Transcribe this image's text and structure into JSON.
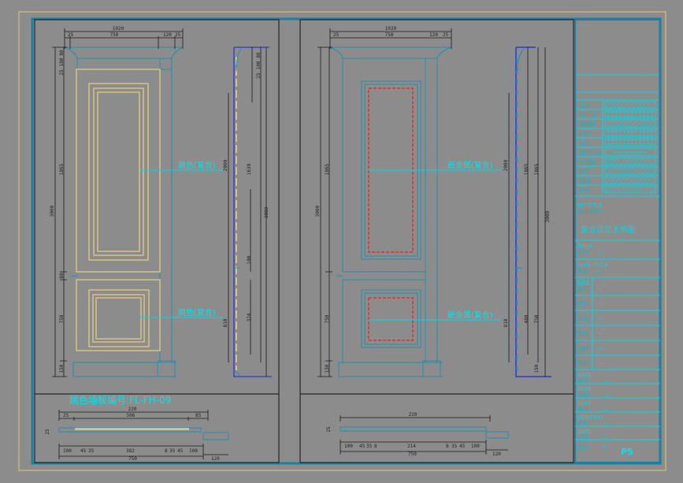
{
  "colors": {
    "background": "#8c8c8c",
    "frame": "#1a7fa0",
    "accent_text": "#00e5f0",
    "panel_outline": "#e8d080",
    "metal_inlay": "#e03030",
    "section_line": "#2a3ad0"
  },
  "left_elevation": {
    "top_dims": {
      "overall": "1020",
      "left": "25",
      "middle": "750",
      "right": "120",
      "right2": "25"
    },
    "left_dims": {
      "top1": "80",
      "top2": "100",
      "top3": "25",
      "upper": "1865",
      "overall": "3000",
      "mid": "80",
      "lower": "750",
      "base": "150"
    },
    "callout_upper": "跳色(复合)",
    "callout_lower": "跳色(复合)"
  },
  "left_section": {
    "dims": {
      "d1": "80",
      "d2": "100",
      "d3": "25",
      "upper": "2000",
      "inner": "1639",
      "overall": "3000",
      "lower": "810",
      "mid": "374",
      "small": "100"
    }
  },
  "left_plan": {
    "title": "跳色墙板编号:FL-FH-09",
    "top_dims": {
      "overall": "220",
      "left": "25",
      "middle": "506",
      "right": "85"
    },
    "depth": "25",
    "bottom_dims": [
      "100",
      "45",
      "35",
      "382",
      "8",
      "35",
      "45",
      "100"
    ],
    "bottom_overall": "750",
    "pilaster": "120"
  },
  "right_elevation": {
    "top_dims": {
      "overall": "1020",
      "left": "25",
      "middle": "750",
      "right": "120",
      "right2": "25"
    },
    "left_dims": {
      "upper": "1865",
      "overall": "3000",
      "lower": "750",
      "base": "150"
    },
    "callout_upper": "嵌金属(复合)",
    "callout_lower": "嵌金属(复合)"
  },
  "right_section": {
    "dims": {
      "upper": "2000",
      "inner": "1865",
      "inner2": "1865",
      "overall": "3000",
      "lower": "810",
      "mid": "480",
      "low2": "750",
      "base": "150"
    }
  },
  "right_plan": {
    "top_dims": {
      "overall": "220"
    },
    "depth": "25",
    "bottom_dims": [
      "100",
      "45",
      "35",
      "8",
      "214",
      "8",
      "35",
      "45",
      "100"
    ],
    "bottom_overall": "750",
    "pilaster": "120"
  },
  "title_block": {
    "materials": [
      {
        "label": "实木",
        "pattern": "hatch"
      },
      {
        "label": "MDF板",
        "pattern": "dots-dense"
      },
      {
        "label": "多层板",
        "pattern": "waves"
      },
      {
        "label": "布料",
        "pattern": "dots"
      },
      {
        "label": "石材",
        "pattern": "speckle"
      },
      {
        "label": "木纹方向",
        "pattern": "arrow"
      },
      {
        "label": "不锈钢",
        "pattern": "hatch"
      },
      {
        "label": "皮革",
        "pattern": "bars"
      },
      {
        "label": "玻璃",
        "pattern": "hatch-sparse"
      },
      {
        "label": "墙体",
        "pattern": "crosshatch"
      }
    ],
    "pjt_title": "PJT TITLE",
    "pjt_title_cn": "项目名称:",
    "project_name": "复合造型木饰面",
    "fields": [
      {
        "en": "AREA",
        "cn": "区域:",
        "value": "—"
      },
      {
        "en": "DWG TITLE",
        "cn": "图名:",
        "value": "—"
      },
      {
        "en": "SIZE",
        "cn": "规格:",
        "value": "—"
      },
      {
        "en": "",
        "cn": "材料",
        "value": "—"
      },
      {
        "en": "",
        "cn": "饰面",
        "value": "—"
      },
      {
        "en": "",
        "cn": "面料",
        "value": "—"
      },
      {
        "en": "",
        "cn": "油漆",
        "value": "—"
      },
      {
        "en": "",
        "cn": "比例",
        "value": "—"
      },
      {
        "en": "DATE",
        "cn": "设计:",
        "value": "—"
      },
      {
        "en": "DATE",
        "cn": "制图:",
        "value": "—"
      },
      {
        "en": "DATE",
        "cn": "审核:",
        "value": "—"
      },
      {
        "en": "VERIFIED",
        "cn": "图号:",
        "value": "—"
      },
      {
        "en": "DATE",
        "cn": "日期:",
        "value": "—"
      }
    ],
    "remarks_label": "备注:",
    "remarks_value": "—",
    "sheet_number": "P5"
  }
}
